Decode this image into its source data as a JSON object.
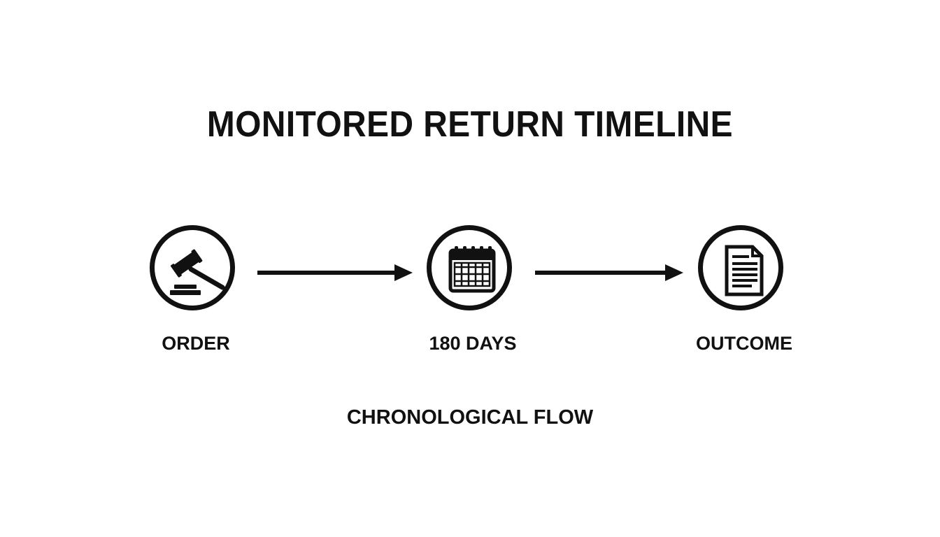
{
  "title": "MONITORED RETURN TIMELINE",
  "steps": [
    {
      "label": "ORDER",
      "icon": "gavel-icon"
    },
    {
      "label": "180 DAYS",
      "icon": "calendar-icon"
    },
    {
      "label": "OUTCOME",
      "icon": "document-icon"
    }
  ],
  "footer": "CHRONOLOGICAL FLOW",
  "colors": {
    "ink": "#111111",
    "background": "#ffffff"
  }
}
